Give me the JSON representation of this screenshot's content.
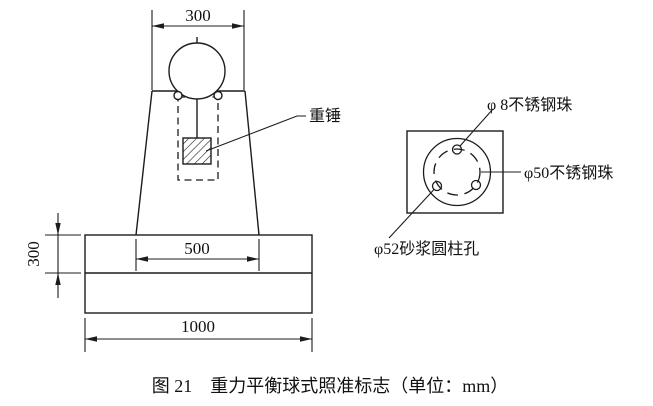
{
  "colors": {
    "line": "#1c1c1c",
    "text": "#111111",
    "background": "#ffffff"
  },
  "caption": "图 21　重力平衡球式照准标志（单位：mm）",
  "front_view": {
    "dims": {
      "top_width": "300",
      "pillar_bottom_width": "500",
      "base_width": "1000",
      "base_upper_height": "300"
    },
    "labels": {
      "weight": "重锤"
    }
  },
  "top_view": {
    "labels": {
      "small_ball": "φ 8不锈钢珠",
      "large_ball": "φ50不锈钢珠",
      "mortar_hole": "φ52砂浆圆柱孔"
    }
  }
}
